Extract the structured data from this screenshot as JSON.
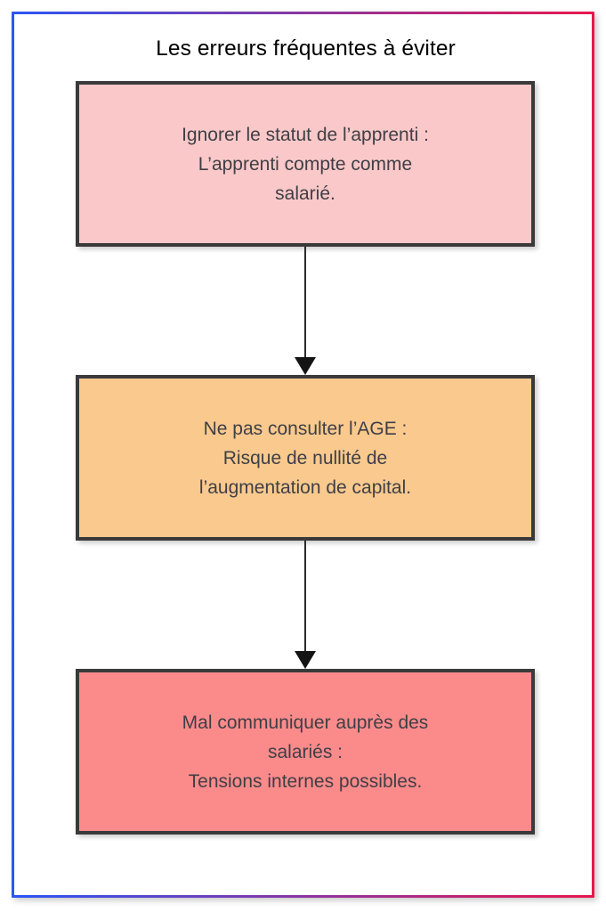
{
  "frame": {
    "gradient_start_color": "#2b56f5",
    "gradient_end_color": "#e8174e"
  },
  "diagram": {
    "title": "Les erreurs fréquentes à éviter",
    "orientation": "vertical-top-to-bottom",
    "text_color": "#3f3f46",
    "node_border_color": "#3a3a3a",
    "connector_color": "#2b2b2b",
    "nodes": [
      {
        "id": "node-ignorer-statut-apprenti",
        "label": "Ignorer le statut de l’apprenti :\nL’apprenti compte comme\nsalarié.",
        "fill_color": "#fac8c8"
      },
      {
        "id": "node-ne-pas-consulter-age",
        "label": "Ne pas consulter l’AGE :\nRisque de nullité de\nl’augmentation de capital.",
        "fill_color": "#f9c98e"
      },
      {
        "id": "node-mal-communiquer-salaries",
        "label": "Mal communiquer auprès des\nsalariés :\nTensions internes possibles.",
        "fill_color": "#fb8b8b"
      }
    ],
    "connectors": [
      {
        "id": "connector-1to2",
        "from": "node-ignorer-statut-apprenti",
        "to": "node-ne-pas-consulter-age",
        "arrow": "down-arrow-icon"
      },
      {
        "id": "connector-2to3",
        "from": "node-ne-pas-consulter-age",
        "to": "node-mal-communiquer-salaries",
        "arrow": "down-arrow-icon"
      }
    ]
  }
}
